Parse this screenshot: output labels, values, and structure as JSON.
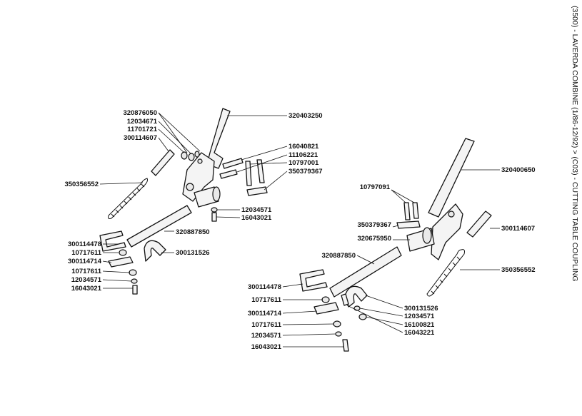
{
  "title": "(3500) - LAVERDA COMBINE (1/86-12/92) > (C03) - CUTTING TABLE COUPLING",
  "labels_left": [
    "320876050",
    "12034671",
    "11701721",
    "300114607",
    "350356552",
    "320403250",
    "16040821",
    "11106221",
    "10797001",
    "350379367",
    "12034571",
    "16043021",
    "320887850",
    "300131526",
    "300114478",
    "10717611",
    "300114714",
    "10717611",
    "12034571",
    "16043021"
  ],
  "labels_right": [
    "320400650",
    "10797091",
    "350379367",
    "320675950",
    "300114607",
    "320887850",
    "350356552",
    "300114478",
    "10717611",
    "300114714",
    "10717611",
    "12034571",
    "16043021",
    "300131526",
    "12034571",
    "16100821",
    "16043221"
  ]
}
